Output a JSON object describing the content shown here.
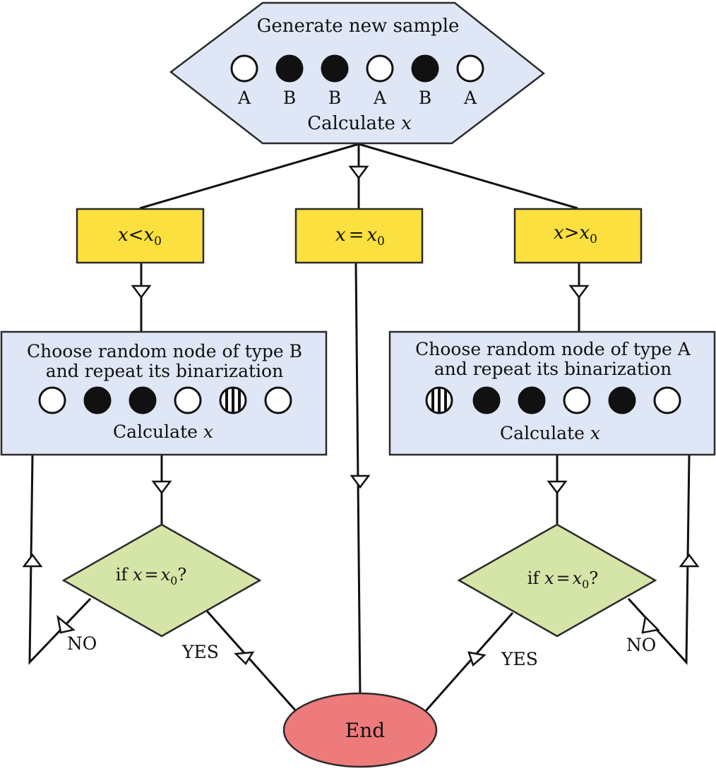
{
  "top": {
    "title": "Generate new sample",
    "nodes": [
      {
        "type": "white",
        "label": "A"
      },
      {
        "type": "black",
        "label": "B"
      },
      {
        "type": "black",
        "label": "B"
      },
      {
        "type": "white",
        "label": "A"
      },
      {
        "type": "black",
        "label": "B"
      },
      {
        "type": "white",
        "label": "A"
      }
    ],
    "calc": "Calculate ",
    "calc_var": "x"
  },
  "conditions": {
    "less": {
      "var": "x",
      "op": "<",
      "rhs": "x",
      "sub": "0"
    },
    "equal": {
      "var": "x",
      "op": "=",
      "rhs": "x",
      "sub": "0"
    },
    "greater": {
      "var": "x",
      "op": ">",
      "rhs": "x",
      "sub": "0"
    }
  },
  "left_box": {
    "line1": "Choose random node of type B",
    "line2": "and repeat its binarization",
    "nodes": [
      "white",
      "black",
      "black",
      "white",
      "striped",
      "white"
    ],
    "calc": "Calculate ",
    "calc_var": "x"
  },
  "right_box": {
    "line1": "Choose random node of type A",
    "line2": "and repeat its binarization",
    "nodes": [
      "striped",
      "black",
      "black",
      "white",
      "black",
      "white"
    ],
    "calc": "Calculate ",
    "calc_var": "x"
  },
  "decision": {
    "prefix": "if ",
    "var": "x",
    "op": "=",
    "rhs": "x",
    "sub": "0",
    "suffix": "?"
  },
  "labels": {
    "no": "NO",
    "yes": "YES",
    "end": "End"
  },
  "colors": {
    "blue_box": "#dfe6f5",
    "yellow_box": "#fbe03f",
    "green_diamond": "#d5e5a8",
    "end_oval": "#ee7b7b"
  }
}
